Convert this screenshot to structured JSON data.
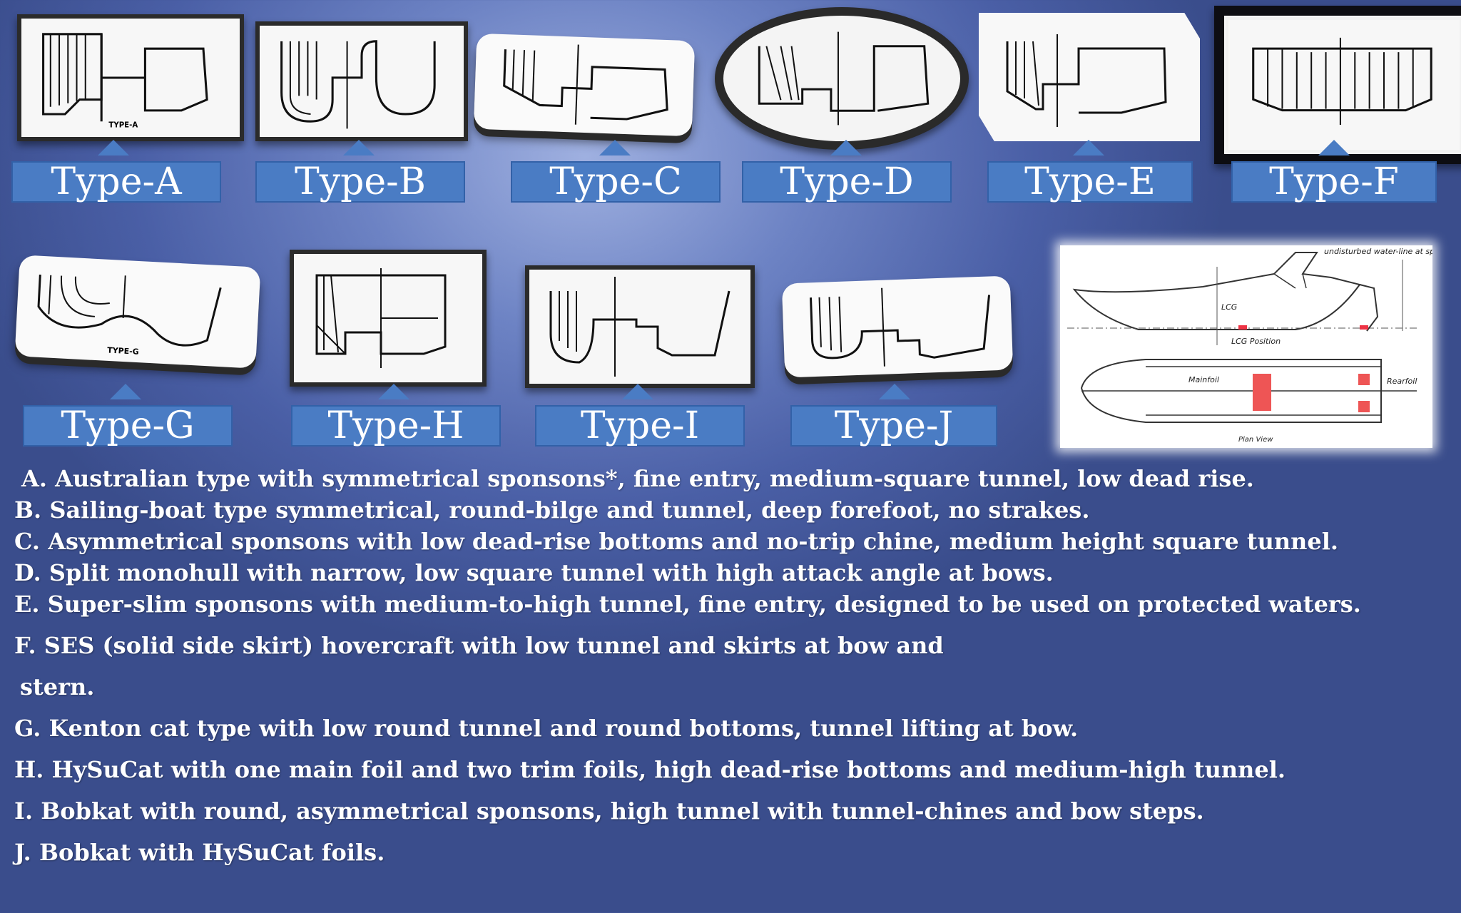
{
  "hull_types": [
    {
      "label": "Type-A",
      "image_caption": "TYPE-A"
    },
    {
      "label": "Type-B"
    },
    {
      "label": "Type-C"
    },
    {
      "label": "Type-D"
    },
    {
      "label": "Type-E"
    },
    {
      "label": "Type-F"
    },
    {
      "label": "Type-G",
      "image_caption": "TYPE-G"
    },
    {
      "label": "Type-H"
    },
    {
      "label": "Type-I"
    },
    {
      "label": "Type-J"
    }
  ],
  "side_view": {
    "note": "undisturbed water-line at speed",
    "lcg": "LCG",
    "lcg_position": "LCG Position",
    "mainfoil": "Mainfoil",
    "rearfoil": "Rearfoil",
    "plan_view": "Plan View"
  },
  "descriptions": [
    "A. Australian type with symmetrical sponsons*, fine entry, medium-square tunnel, low dead rise.",
    "B. Sailing-boat type symmetrical, round-bilge and tunnel, deep forefoot, no strakes.",
    "C. Asymmetrical sponsons with low dead-rise bottoms and no-trip chine, medium height square tunnel.",
    "D. Split monohull with narrow, low square tunnel with high attack angle at bows.",
    "E. Super-slim sponsons with medium-to-high tunnel, fine entry, designed to be used on protected waters.",
    "F. SES (solid side skirt) hovercraft with low tunnel and skirts at bow and",
    "stern.",
    "G. Kenton cat type with low round tunnel and round bottoms, tunnel lifting at bow.",
    "H. HySuCat with one main foil and two trim foils, high dead-rise bottoms and medium-high tunnel.",
    "I. Bobkat with round, asymmetrical sponsons, high tunnel with tunnel-chines and bow steps.",
    "J. Bobkat with HySuCat foils."
  ],
  "colors": {
    "label_fill": "#4a7cc4",
    "background": "#4a5fa6",
    "text": "#ffffff"
  }
}
